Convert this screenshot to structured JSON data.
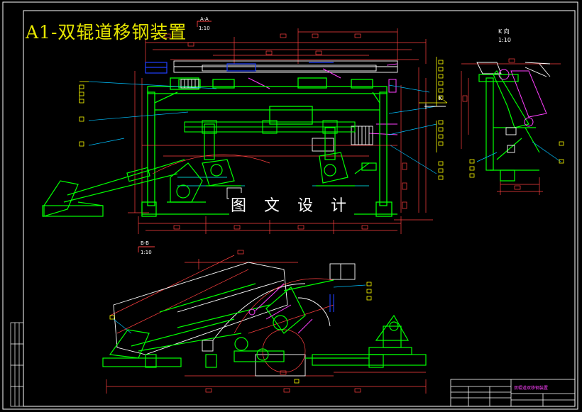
{
  "drawing": {
    "title": "A1-双辊道移钢装置",
    "watermark": "图 文 设 计",
    "view_k": {
      "label": "K 向",
      "scale": "1:10"
    },
    "view_a": {
      "label": "A-A",
      "scale": "1:10"
    },
    "view_b": {
      "label": "B-B",
      "scale": "1:10"
    },
    "marker_k": "K",
    "title_block_name": "双辊道双移钢装置"
  },
  "colors": {
    "frame": "#ffffff",
    "structure": "#00ff00",
    "dimension": "#ff4040",
    "component": "#ffffff",
    "hatch": "#ff40ff",
    "centerline": "#00ffff",
    "annotation": "#ffff00",
    "leader": "#00c0ff",
    "blue": "#2040ff"
  }
}
